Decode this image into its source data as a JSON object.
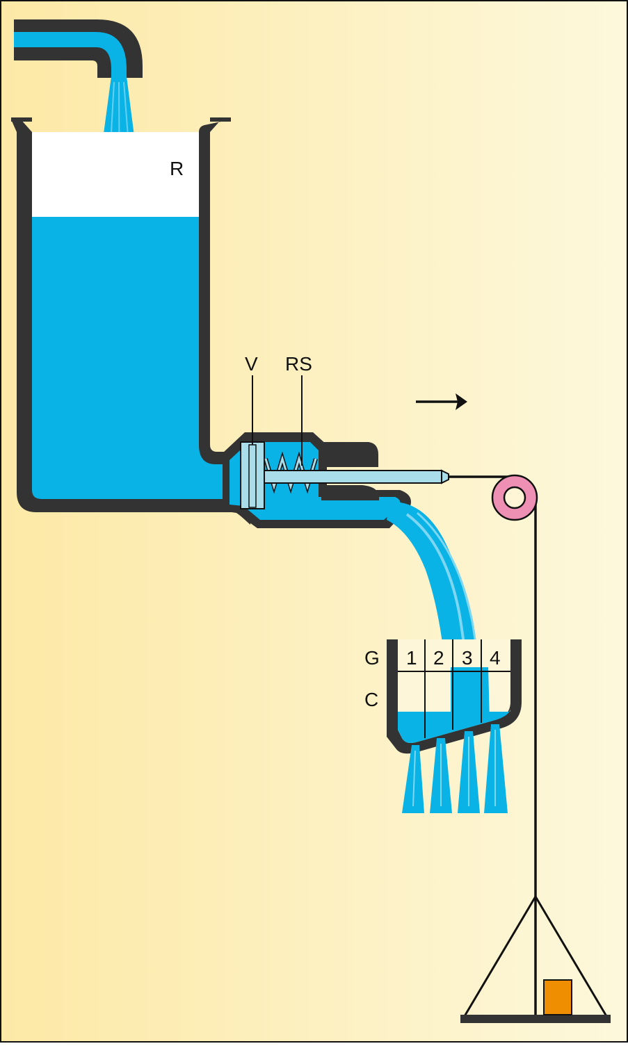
{
  "labels": {
    "reservoir": "R",
    "valve": "V",
    "spring": "RS",
    "grid": "G",
    "container": "C",
    "compartments": [
      "1",
      "2",
      "3",
      "4"
    ]
  },
  "direction_arrow": "→",
  "colors": {
    "background_left": "#fde9a6",
    "background_right": "#fdf8dc",
    "water": "#09b3e6",
    "water_light": "#7dd6f2",
    "wall": "#333333",
    "outline": "#111111",
    "pulley": "#ee8fb4",
    "weight": "#ef8e00",
    "rod": "#a8dde9"
  }
}
